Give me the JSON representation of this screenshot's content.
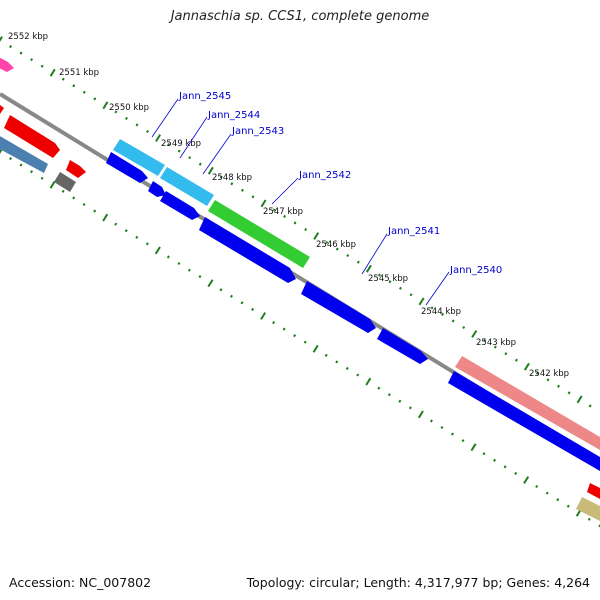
{
  "title": "Jannaschia sp. CCS1, complete genome",
  "accession_text": "Accession: NC_007802",
  "summary_text": "Topology: circular; Length: 4,317,977 bp; Genes: 4,264",
  "colors": {
    "backbone": "#888888",
    "ticks": "#1e7e1e",
    "label": "#0000cc",
    "blue": "#0000ee",
    "cyan": "#33bbee",
    "green": "#33cc33",
    "salmon": "#ee8888",
    "red": "#ee0000",
    "steel": "#4a7fb0",
    "gray": "#666666",
    "pink": "#ff44aa",
    "khaki": "#c8bb7a"
  },
  "kbp_labels": [
    "2552 kbp",
    "2551 kbp",
    "2550 kbp",
    "2549 kbp",
    "2548 kbp",
    "2547 kbp",
    "2546 kbp",
    "2545 kbp",
    "2544 kbp",
    "2543 kbp",
    "2542 kbp"
  ],
  "gene_labels": [
    "Jann_2545",
    "Jann_2544",
    "Jann_2543",
    "Jann_2542",
    "Jann_2541",
    "Jann_2540"
  ]
}
